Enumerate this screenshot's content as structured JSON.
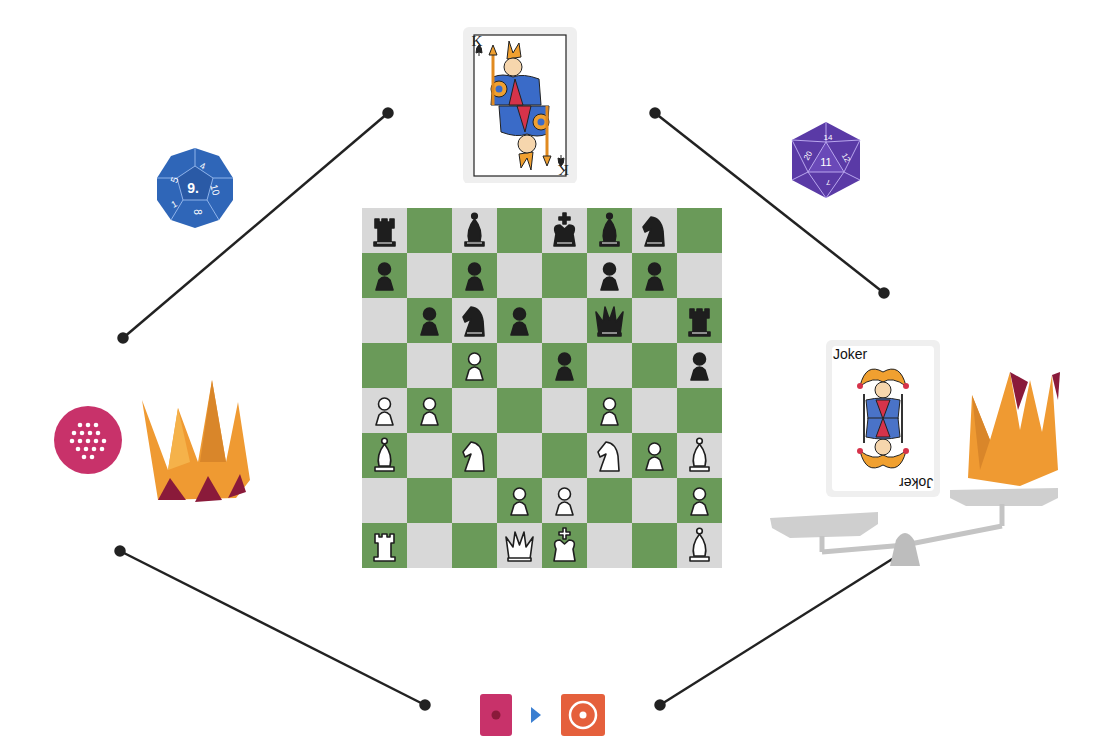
{
  "diagram": {
    "nodes": [
      {
        "text": [
          "K",
          "K"
        ]
      },
      {
        "text": [
          "9.",
          "10",
          "5",
          "4",
          "8",
          "1"
        ]
      },
      {
        "text": [
          "11",
          "12",
          "20",
          "14",
          "7"
        ]
      },
      {
        "text": [
          "Joker",
          "Joker"
        ]
      }
    ]
  }
}
